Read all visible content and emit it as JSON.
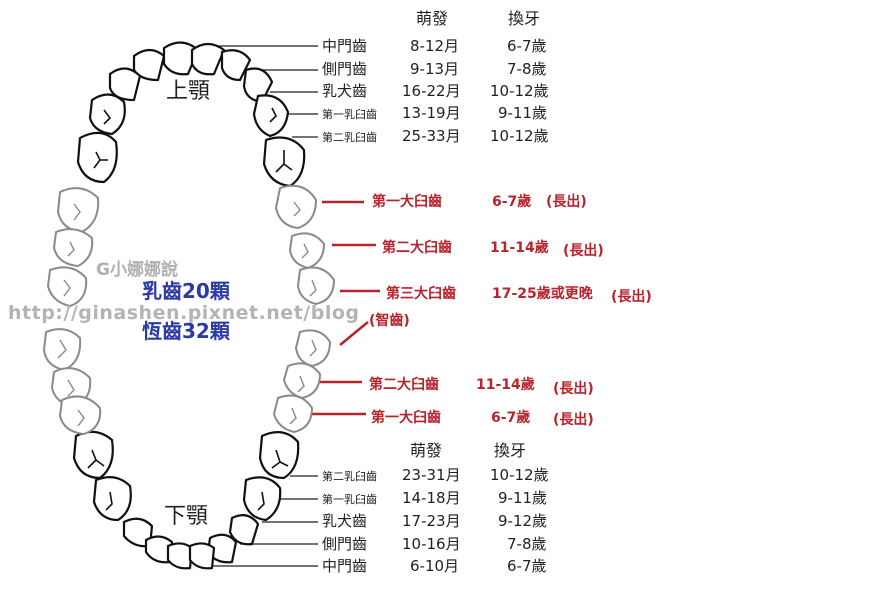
{
  "upper_header": {
    "erupt": "萌發",
    "shed": "換牙"
  },
  "upper_teeth": [
    {
      "name": "中門齒",
      "erupt": "8-12月",
      "shed": "6-7歲"
    },
    {
      "name": "側門齒",
      "erupt": "9-13月",
      "shed": "7-8歲"
    },
    {
      "name": "乳犬齒",
      "erupt": "16-22月",
      "shed": "10-12歲"
    },
    {
      "name": "第一乳臼齒",
      "erupt": "13-19月",
      "shed": "9-11歲"
    },
    {
      "name": "第二乳臼齒",
      "erupt": "25-33月",
      "shed": "10-12歲"
    }
  ],
  "upper_molars": [
    {
      "name": "第一大臼齒",
      "age": "6-7歲",
      "note": "(長出)"
    },
    {
      "name": "第二大臼齒",
      "age": "11-14歲",
      "note": "(長出)"
    },
    {
      "name": "第三大臼齒",
      "age": "17-25歲或更晚",
      "note": "(長出)"
    }
  ],
  "wisdom_note": "(智齒)",
  "lower_molars": [
    {
      "name": "第二大臼齒",
      "age": "11-14歲",
      "note": "(長出)"
    },
    {
      "name": "第一大臼齒",
      "age": "6-7歲",
      "note": "(長出)"
    }
  ],
  "lower_header": {
    "erupt": "萌發",
    "shed": "換牙"
  },
  "lower_teeth": [
    {
      "name": "第二乳臼齒",
      "erupt": "23-31月",
      "shed": "10-12歲"
    },
    {
      "name": "第一乳臼齒",
      "erupt": "14-18月",
      "shed": "9-11歲"
    },
    {
      "name": "乳犬齒",
      "erupt": "17-23月",
      "shed": "9-12歲"
    },
    {
      "name": "側門齒",
      "erupt": "10-16月",
      "shed": "7-8歲"
    },
    {
      "name": "中門齒",
      "erupt": "6-10月",
      "shed": "6-7歲"
    }
  ],
  "jaw_labels": {
    "upper": "上顎",
    "lower": "下顎"
  },
  "summary": {
    "primary": "乳齒20顆",
    "permanent": "恆齒32顆"
  },
  "watermark": {
    "name": "G小娜娜說",
    "url": "http://ginashen.pixnet.net/blog"
  },
  "colors": {
    "accent_red": "#b8232d",
    "accent_blue": "#2b3aa6",
    "tooth_outline": "#111111",
    "tooth_gray": "#8a8a8a"
  }
}
